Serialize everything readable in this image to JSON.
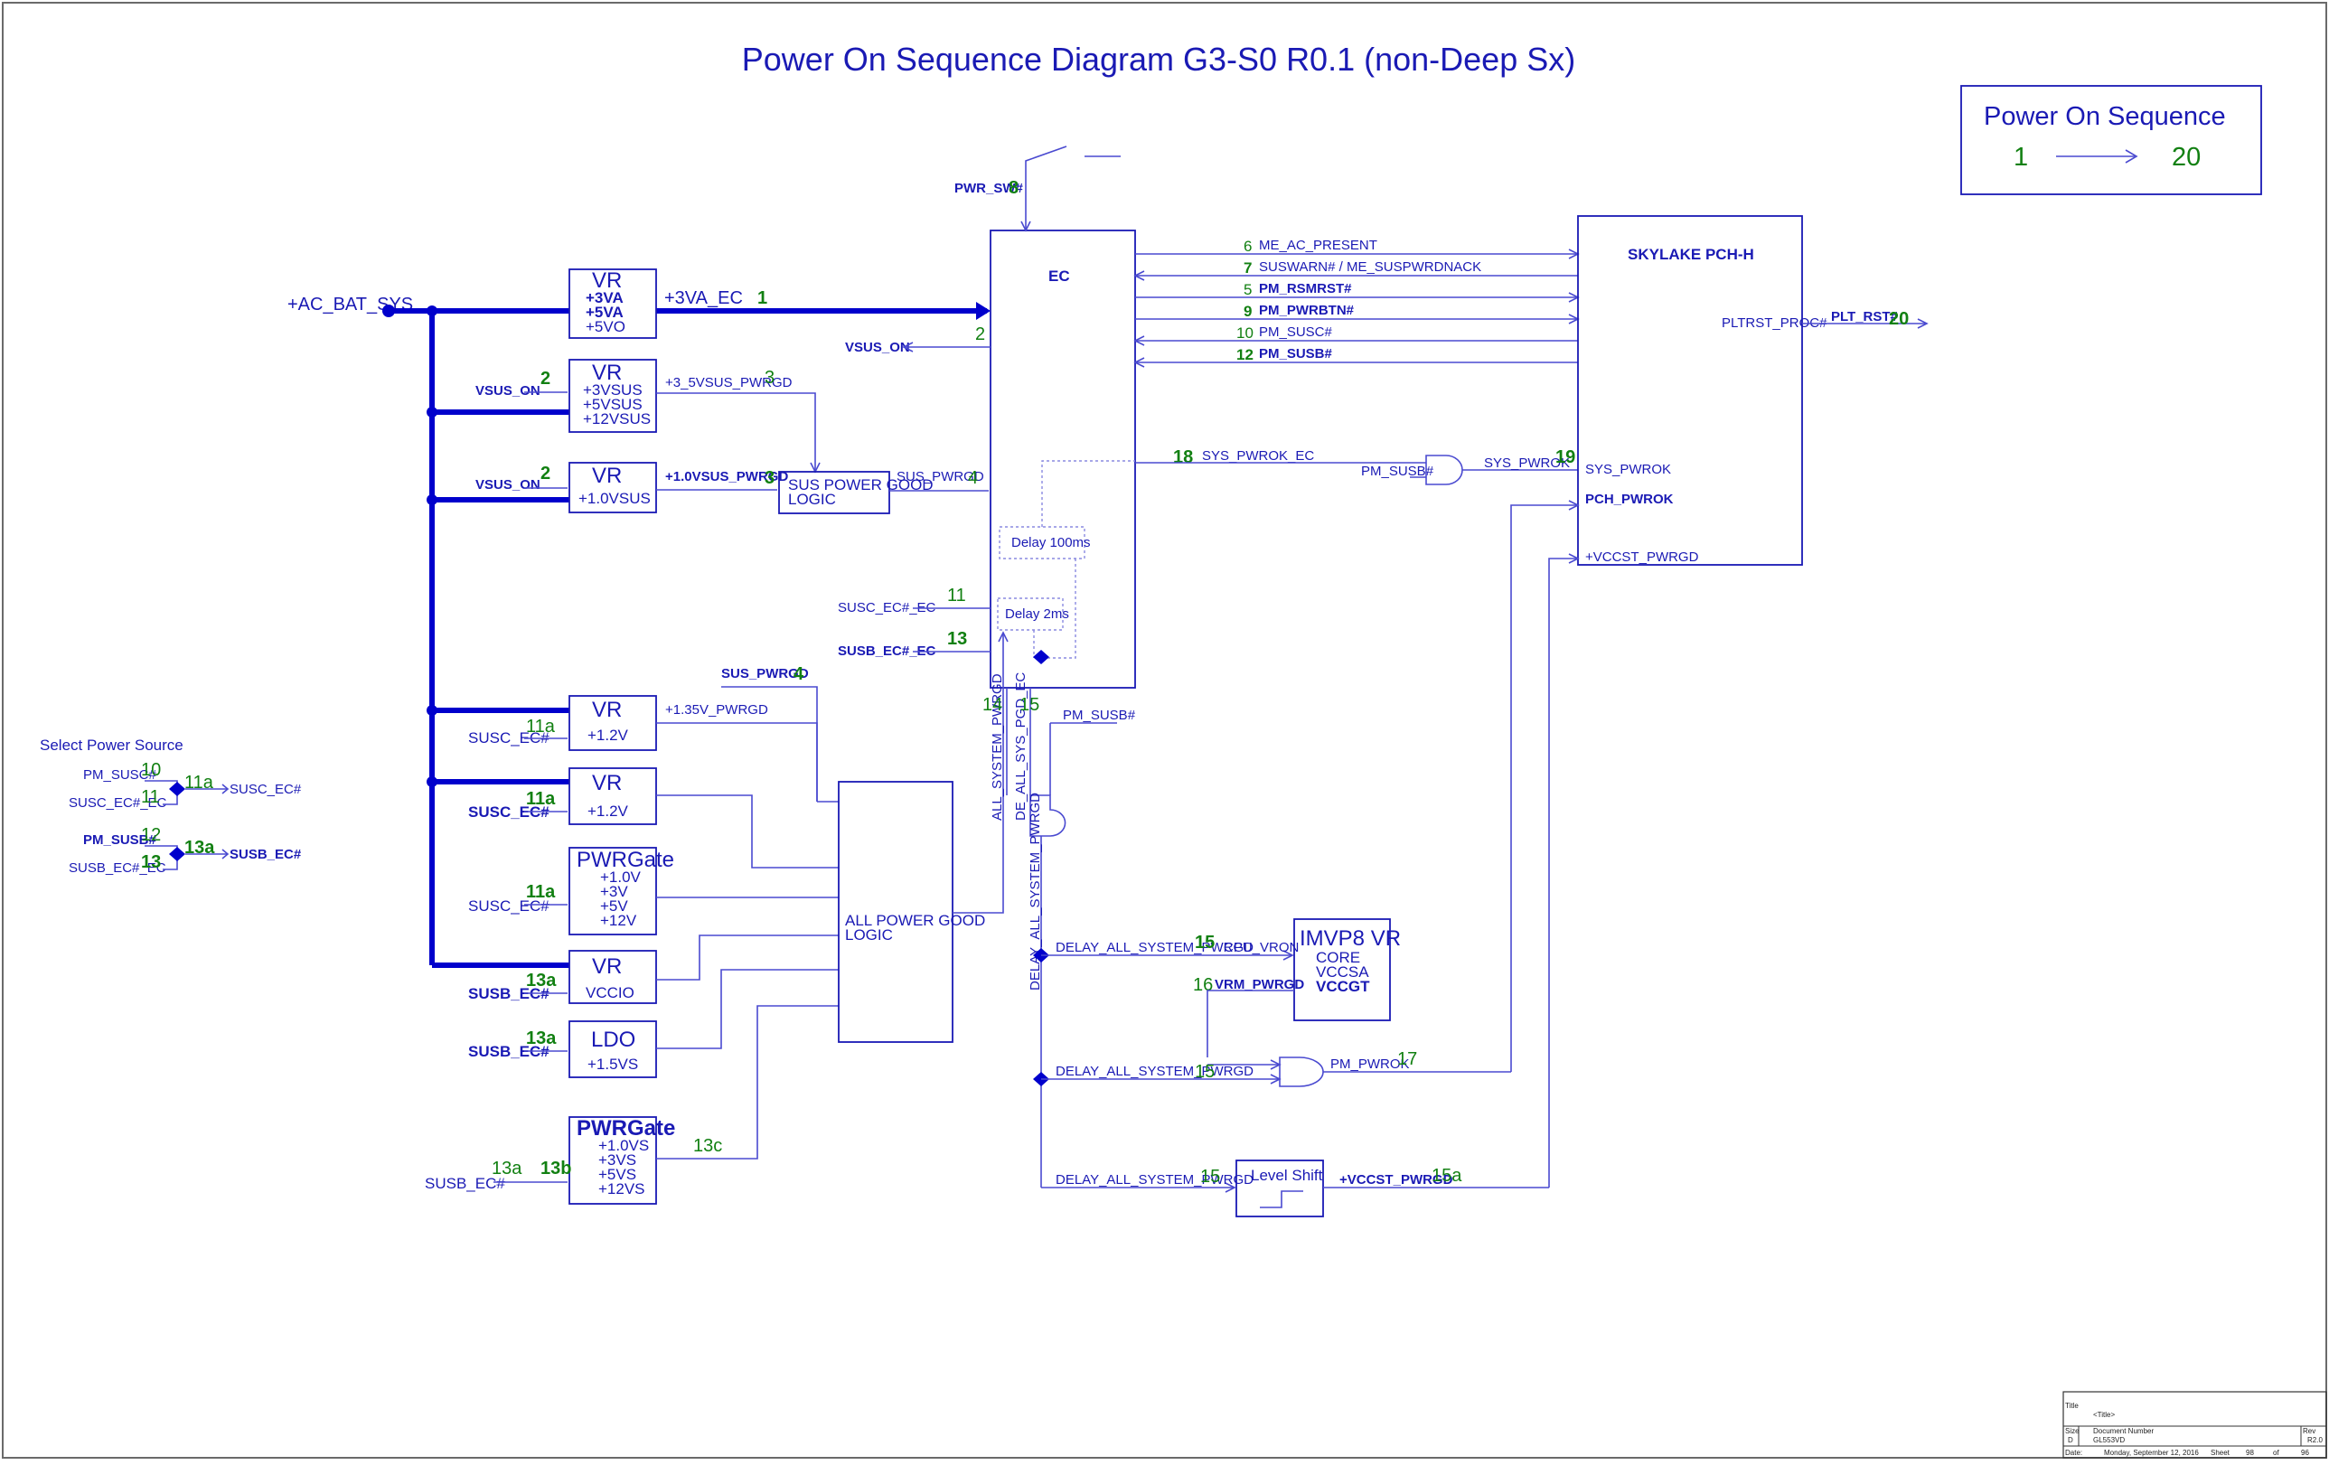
{
  "title": "Power On Sequence Diagram G3-S0 R0.1 (non-Deep Sx)",
  "legend": {
    "title": "Power On Sequence",
    "from": "1",
    "to": "20"
  },
  "labels": {
    "ac_bat_sys": "+AC_BAT_SYS",
    "pwr_sw": "PWR_SW#",
    "ec": "EC",
    "pch": "SKYLAKE PCH-H",
    "vr": "VR",
    "vr1_a": "+3VA",
    "vr1_b": "+5VA",
    "vr1_c": "+5VO",
    "v3va_ec": "+3VA_EC",
    "vr2_a": "+3VSUS",
    "vr2_b": "+5VSUS",
    "vr2_c": "+12VSUS",
    "vsus_on": "VSUS_ON",
    "pwrgd_35": "+3_5VSUS_PWRGD",
    "vr3_a": "+1.0VSUS",
    "pwrgd_10": "+1.0VSUS_PWRGD",
    "sus_logic_1": "SUS POWER GOOD",
    "sus_logic_2": "LOGIC",
    "sus_pwrgd": "SUS_PWRGD",
    "vsus_on_ec": "VSUS_ON",
    "me_ac_present": "ME_AC_PRESENT",
    "suswarn": "SUSWARN# / ME_SUSPWRDNACK",
    "pm_rsmrst": "PM_RSMRST#",
    "pm_pwrbtn": "PM_PWRBTN#",
    "pm_susc": "PM_SUSC#",
    "pm_susb": "PM_SUSB#",
    "pltrst_proc": "PLTRST_PROC#",
    "plt_rst": "PLT_RST#",
    "sys_pwrok_ec": "SYS_PWROK_EC",
    "sys_pwrok": "SYS_PWROK",
    "sys_pwrok_pin": "SYS_PWROK",
    "pch_pwrok": "PCH_PWROK",
    "vccst_pwrgd_pin": "+VCCST_PWRGD",
    "delay_100": "Delay 100ms",
    "delay_2": "Delay 2ms",
    "susc_ec_ec": "SUSC_EC#_EC",
    "susb_ec_ec": "SUSB_EC#_EC",
    "sus_pwrgd_in": "SUS_PWRGD",
    "pwrgd_135": "+1.35V_PWRGD",
    "susc_ec": "SUSC_EC#",
    "susb_ec": "SUSB_EC#",
    "v12": "+1.2V",
    "pwrgate": "PWRGate",
    "pg1_a": "+1.0V",
    "pg1_b": "+3V",
    "pg1_c": "+5V",
    "pg1_d": "+12V",
    "vccio": "VCCIO",
    "ldo": "LDO",
    "v15vs": "+1.5VS",
    "pg2_a": "+1.0VS",
    "pg2_b": "+3VS",
    "pg2_c": "+5VS",
    "pg2_d": "+12VS",
    "all_logic_1": "ALL POWER GOOD",
    "all_logic_2": "LOGIC",
    "all_system_pwrgd": "ALL_SYSTEM_PWRGD",
    "de_all_sys": "DE_ALL_SYS_PGD_EC",
    "delay_all_v": "DELAY_ALL_SYSTEM_PWRGD",
    "pm_susb_gate": "PM_SUSB#",
    "delay_all_1": "DELAY_ALL_SYSTEM_PWRGD",
    "delay_all_2": "DELAY_ALL_SYSTEM_PWRGD",
    "delay_all_3": "DELAY_ALL_SYSTEM_PWRGD",
    "cpu_vron": "CPU_VRON",
    "imvp_1": "IMVP8 VR",
    "imvp_2": "CORE",
    "imvp_3": "VCCSA",
    "imvp_4": "VCCGT",
    "vrm_pwrgd": "VRM_PWRGD",
    "pm_pwrok": "PM_PWROK",
    "level_shift": "Level Shift",
    "vccst_pwrgd": "+VCCST_PWRGD",
    "select_src": "Select Power Source",
    "pm_susc_sel": "PM_SUSC#",
    "susc_ec_ec2": "SUSC_EC#_EC",
    "susc_ec_out": "SUSC_EC#",
    "pm_susb_sel": "PM_SUSB#",
    "susb_ec_ec2": "SUSB_EC#_EC",
    "susb_ec_out": "SUSB_EC#",
    "tb_title_lbl": "Title",
    "tb_title": "<Title>",
    "tb_size_lbl": "Size",
    "tb_size": "D",
    "tb_doc_lbl": "Document Number",
    "tb_doc": "GL553VD",
    "tb_rev_lbl": "Rev",
    "tb_rev": "R2.0",
    "tb_date_lbl": "Date:",
    "tb_date": "Monday, September 12, 2016",
    "tb_sheet_lbl": "Sheet",
    "tb_sheet": "98",
    "tb_of": "of",
    "tb_total": "96"
  },
  "steps": {
    "s1": "1",
    "s2a": "2",
    "s2b": "2",
    "s2c": "2",
    "s3a": "3",
    "s3b": "3",
    "s4a": "4",
    "s4b": "4",
    "s5": "5",
    "s6": "6",
    "s7": "7",
    "s8": "8",
    "s9": "9",
    "s10": "10",
    "s11": "11",
    "s12": "12",
    "s13": "13",
    "s14": "14",
    "s15a": "15",
    "s15b": "15",
    "s15c": "15",
    "s15d": "15",
    "s16": "16",
    "s17": "17",
    "s18": "18",
    "s19": "19",
    "s20": "20",
    "s11a_1": "11a",
    "s11a_2": "11a",
    "s11a_3": "11a",
    "s13a_1": "13a",
    "s13a_2": "13a",
    "s13a_3": "13a",
    "s13b": "13b",
    "s13c": "13c",
    "s15a_l": "15a",
    "sel10": "10",
    "sel11": "11",
    "sel11a": "11a",
    "sel12": "12",
    "sel13": "13",
    "sel13a": "13a"
  }
}
